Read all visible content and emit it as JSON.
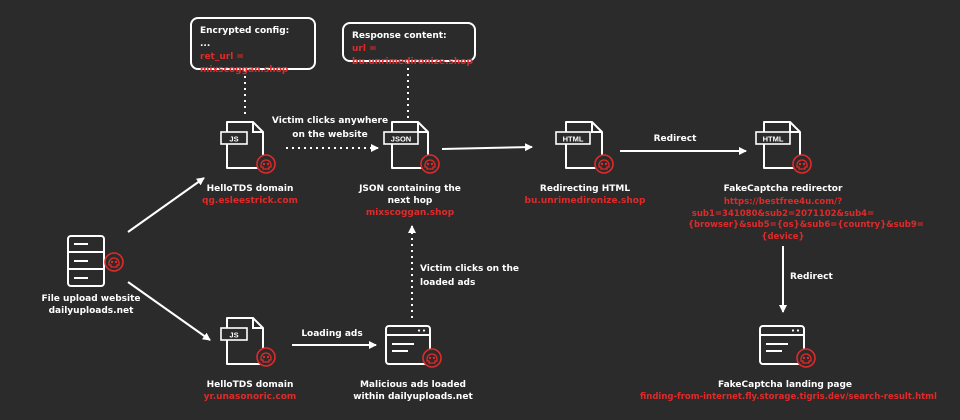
{
  "callouts": {
    "config_title": "Encrypted config:",
    "config_dots": "...",
    "config_value": "ret_url = mixscoggan.shop",
    "response_title": "Response content:",
    "response_value": "url = bu.unrimedironize.shop"
  },
  "nodes": {
    "upload": {
      "name": "File upload website",
      "domain": "dailyuploads.net"
    },
    "tds_top": {
      "badge": "JS",
      "name": "HelloTDS domain",
      "domain": "qg.esleestrick.com"
    },
    "tds_bottom": {
      "badge": "JS",
      "name": "HelloTDS domain",
      "domain": "yr.unasonoric.com"
    },
    "json": {
      "badge": "JSON",
      "name_line1": "JSON containing the",
      "name_line2": "next hop",
      "domain": "mixscoggan.shop"
    },
    "ads": {
      "name_line1": "Malicious ads loaded",
      "name_line2": "within dailyuploads.net"
    },
    "redirect_html": {
      "badge": "HTML",
      "name": "Redirecting HTML",
      "domain": "bu.unrimedironize.shop"
    },
    "redirector": {
      "badge": "HTML",
      "name": "FakeCaptcha redirector",
      "url_line1": "https://bestfree4u.com/?",
      "url_line2": "sub1=341080&sub2=2071102&sub4=",
      "url_line3": "{browser}&sub5={os}&sub6={country}&sub9=",
      "url_line4": "{device}"
    },
    "landing": {
      "name": "FakeCaptcha landing page",
      "domain": "finding-from-internet.fly.storage.tigris.dev/search-result.html"
    }
  },
  "edges": {
    "victim_clicks_website_line1": "Victim clicks anywhere",
    "victim_clicks_website_line2": "on the website",
    "victim_clicks_ads_line1": "Victim clicks on the",
    "victim_clicks_ads_line2": "loaded ads",
    "loading_ads": "Loading ads",
    "redirect1": "Redirect",
    "redirect2": "Redirect"
  },
  "colors": {
    "background": "#2b2b2b",
    "foreground": "#ffffff",
    "accent": "#e02a2a"
  },
  "icons": {
    "file": "document-icon",
    "skull": "skull-badge-icon",
    "server": "server-icon",
    "browser": "browser-window-icon"
  }
}
